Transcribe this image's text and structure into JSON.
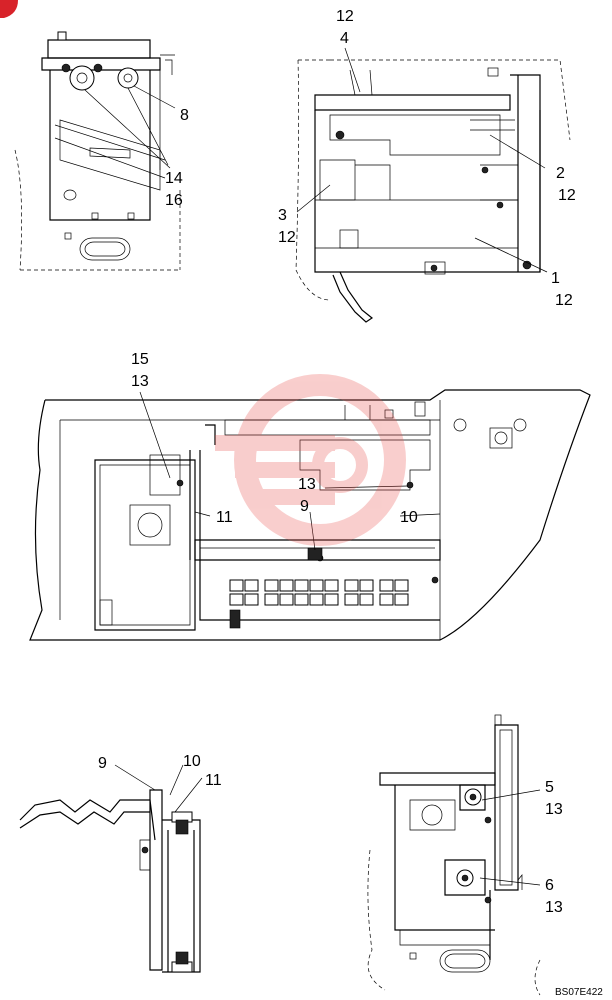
{
  "figure": {
    "reference_code": "BS07E422",
    "views": [
      {
        "id": "top-left",
        "callouts": [
          "8",
          "14",
          "16"
        ]
      },
      {
        "id": "top-right",
        "callouts": [
          "12",
          "4",
          "2",
          "12",
          "3",
          "12",
          "1",
          "12"
        ]
      },
      {
        "id": "middle",
        "callouts": [
          "15",
          "13",
          "11",
          "13",
          "9",
          "10"
        ]
      },
      {
        "id": "bottom-left",
        "callouts": [
          "9",
          "10",
          "11"
        ]
      },
      {
        "id": "bottom-right",
        "callouts": [
          "5",
          "13",
          "6",
          "13"
        ]
      }
    ]
  },
  "watermark": {
    "color": "#e8504a"
  }
}
